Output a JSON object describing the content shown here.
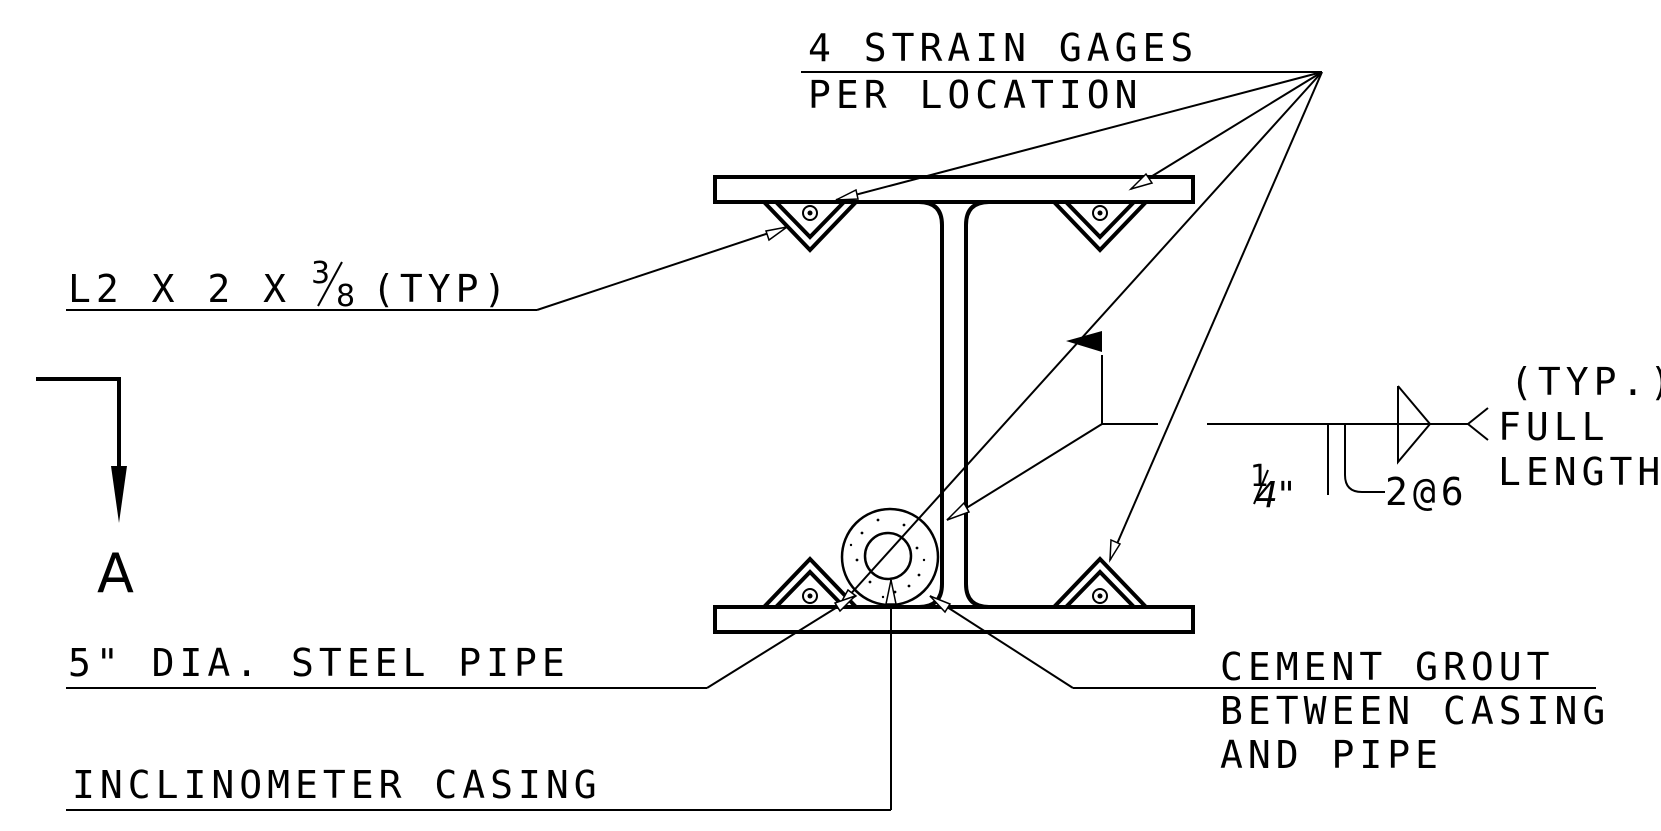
{
  "labels": {
    "strain_line1": "4 STRAIN GAGES",
    "strain_line2": "PER LOCATION",
    "angle_prefix": "L2 X 2 X",
    "angle_num": "3",
    "angle_den": "8",
    "angle_suffix": "(TYP)",
    "pipe": "5\" DIA. STEEL PIPE",
    "inclinometer": "INCLINOMETER CASING",
    "grout_line1": "CEMENT  GROUT",
    "grout_line2": "BETWEEN CASING",
    "grout_line3": "AND PIPE",
    "section_letter": "A",
    "weld_typ": "(TYP.)",
    "weld_full": "FULL",
    "weld_length": "LENGTH",
    "weld_size_num": "1",
    "weld_size_den": "4\"",
    "weld_pitch": "2@6"
  }
}
